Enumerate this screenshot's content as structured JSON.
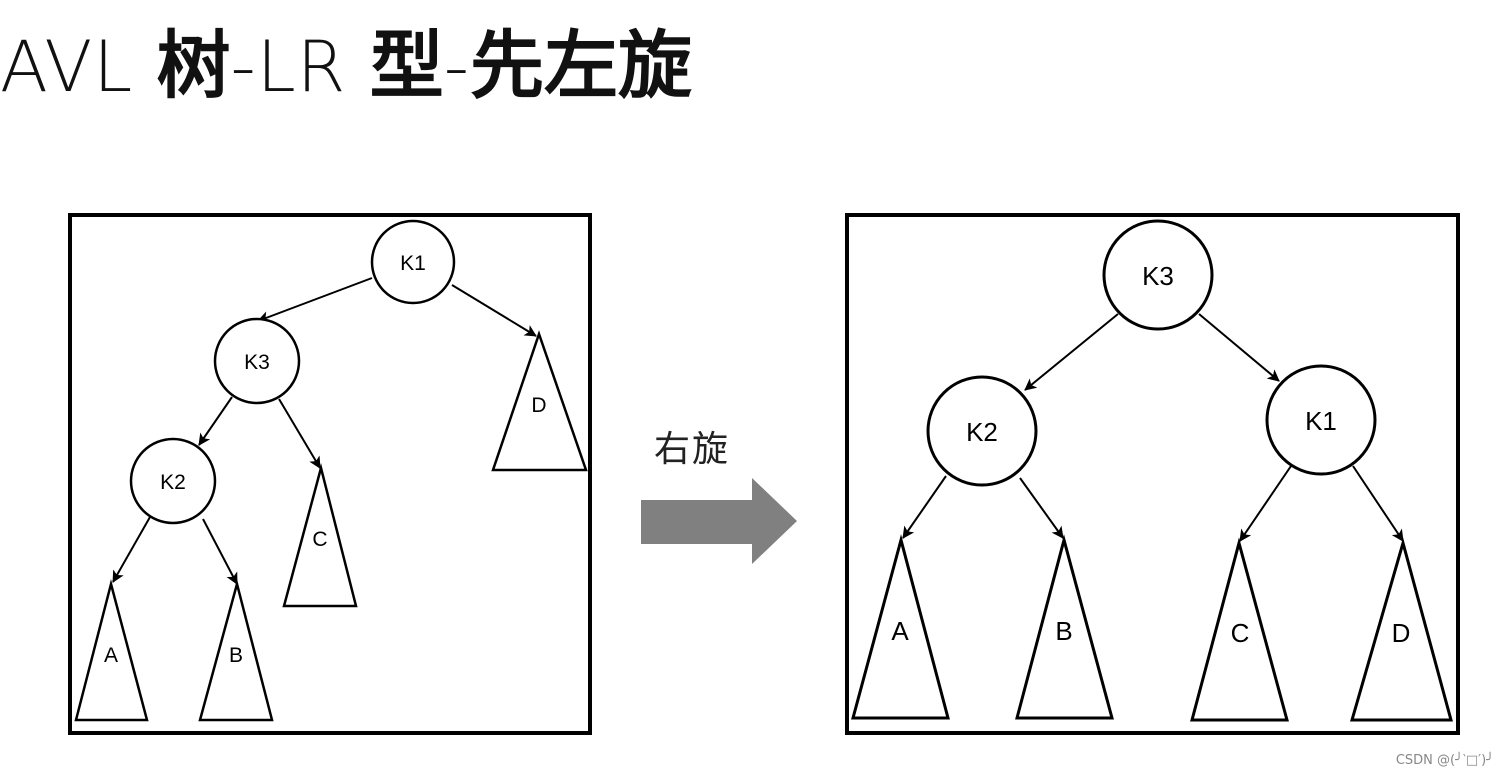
{
  "title": {
    "part1": "AVL ",
    "part2": "树",
    "part3": "-LR ",
    "part4": "型",
    "part5": "-",
    "part6": "先左旋"
  },
  "arrow_label": "右旋",
  "left_tree": {
    "nodes": {
      "k1": "K1",
      "k3": "K3",
      "k2": "K2"
    },
    "subtrees": {
      "a": "A",
      "b": "B",
      "c": "C",
      "d": "D"
    }
  },
  "right_tree": {
    "nodes": {
      "k3": "K3",
      "k2": "K2",
      "k1": "K1"
    },
    "subtrees": {
      "a": "A",
      "b": "B",
      "c": "C",
      "d": "D"
    }
  },
  "colors": {
    "arrow": "#808080",
    "stroke": "#000000"
  },
  "watermark": "CSDN @(╯‵□′)╯"
}
